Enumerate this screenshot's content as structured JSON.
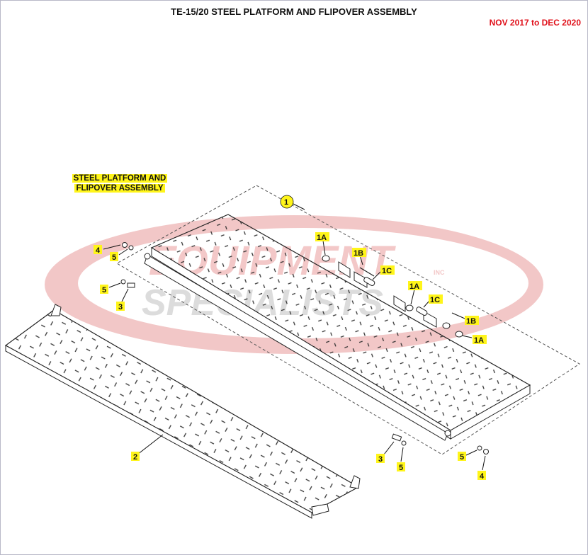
{
  "header": {
    "title": "TE-15/20 STEEL PLATFORM AND FLIPOVER ASSEMBLY",
    "date_range": "NOV 2017 to DEC 2020"
  },
  "assembly_label": {
    "line1": "STEEL PLATFORM AND",
    "line2": "FLIPOVER ASSEMBLY"
  },
  "watermark": {
    "line1": "EQUIPMENT",
    "line2": "SPECIALISTS",
    "inc": "INC"
  },
  "callouts": {
    "c1": "1",
    "c1a_top": "1A",
    "c1b_top": "1B",
    "c1c_top": "1C",
    "c1a_mid": "1A",
    "c1c_mid": "1C",
    "c1b_right": "1B",
    "c1a_right": "1A",
    "c2": "2",
    "c3_left": "3",
    "c4_left": "4",
    "c5_left_upper": "5",
    "c5_left_lower": "5",
    "c3_right": "3",
    "c5_right_a": "5",
    "c5_right_b": "5",
    "c4_right": "4"
  },
  "colors": {
    "title": "#111111",
    "date": "#e0101a",
    "highlight": "#fff51a",
    "watermark_red": "#f2c2c2",
    "watermark_gray": "#d8d8d8"
  }
}
